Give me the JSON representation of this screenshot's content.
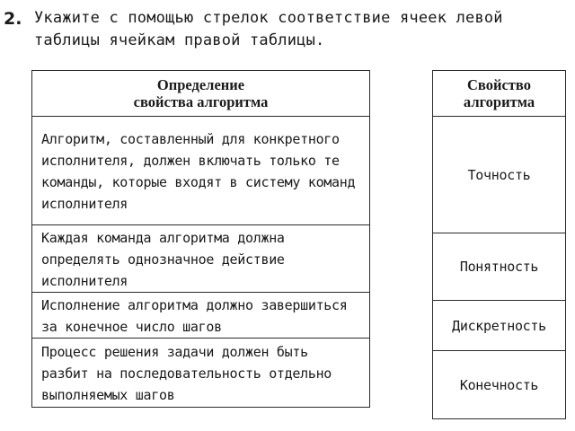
{
  "task": {
    "number": "2.",
    "text": "Укажите с помощью стрелок соответствие ячеек левой таблицы ячейкам правой таблицы."
  },
  "left_table": {
    "header_line1": "Определение",
    "header_line2": "свойства алгоритма",
    "rows": [
      "Алгоритм, составленный для конкретного исполнителя, должен включать только те команды, которые входят в систему команд исполнителя",
      "Каждая команда алгоритма должна определять однозначное действие исполнителя",
      "Исполнение алгоритма должно завершиться за конечное число шагов",
      "Процесс решения задачи должен быть разбит на последовательность отдельно выполняемых шагов"
    ]
  },
  "right_table": {
    "header_line1": "Свойство",
    "header_line2": "алгоритма",
    "rows": [
      "Точность",
      "Понятность",
      "Дискретность",
      "Конечность"
    ]
  }
}
